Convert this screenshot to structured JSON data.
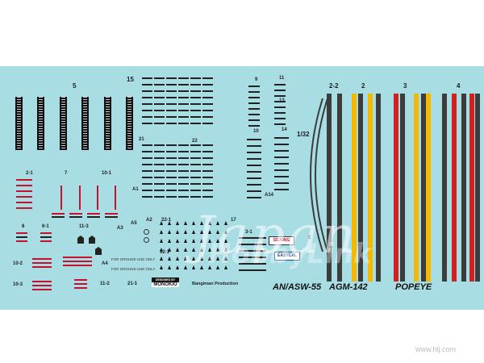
{
  "labels": {
    "n5": "5",
    "n15": "15",
    "n9": "9",
    "n11": "11",
    "n13": "13",
    "n10": "10",
    "n14": "14",
    "n21": "21",
    "n22": "22",
    "n2_1": "2-1",
    "n7": "7",
    "n10_1": "10-1",
    "nA1": "A1",
    "nA14": "A14",
    "nA2": "A2",
    "nA3": "A3",
    "nA5": "A5",
    "n22_1": "22-1",
    "n17": "17",
    "n3_1": "3-1",
    "n8": "8",
    "n6_1": "6-1",
    "n11_3": "11-3",
    "n12_1": "12-1",
    "nA4": "A4",
    "n10_2": "10-2",
    "n10_3": "10-3",
    "n11_2": "11-2",
    "n21_1": "21-1",
    "n2_2": "2-2",
    "n2": "2",
    "n3": "3",
    "n4": "4",
    "n1": "1",
    "scale": "1/32"
  },
  "stripes_colors": {
    "dark": "#3c3c3c",
    "yellow": "#f5b800",
    "red": "#d0201f",
    "sky": "#a9dde4"
  },
  "texts": {
    "ground1": "FOR GROUND USE ONLY",
    "ground2": "FOR GROUND USE ONLY",
    "designed": "DESIGNED BY",
    "monokio": "MONOKIO",
    "bangiman": "Bangiman Production",
    "easycal": "EASYCAL",
    "ssjong": "SSJONG",
    "title1": "AN/ASW-55",
    "title2": "AGM-142",
    "title3": "POPEYE"
  },
  "watermark": {
    "main": "Japan",
    "sub": "HobbyLink"
  },
  "url": "www.hlj.com"
}
